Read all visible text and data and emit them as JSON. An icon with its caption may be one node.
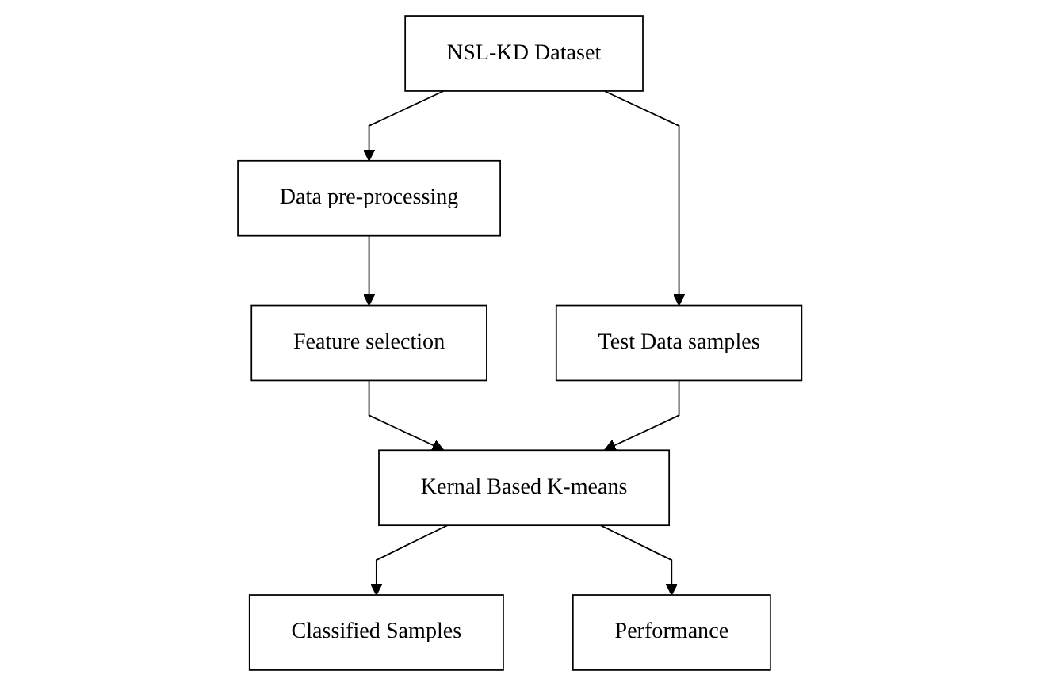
{
  "diagram": {
    "nodes": [
      {
        "text": [
          "NSL-KD Dataset"
        ]
      },
      {
        "text": [
          "Data pre-processing"
        ]
      },
      {
        "text": [
          "Feature selection"
        ]
      },
      {
        "text": [
          "Kernal Based K-means"
        ]
      },
      {
        "text": [
          "Test Data samples"
        ]
      },
      {
        "text": [
          "Classified Samples"
        ]
      },
      {
        "text": [
          "Performance"
        ]
      }
    ],
    "edges": [
      {
        "from": 0,
        "to": 1,
        "arrow": "to"
      },
      {
        "from": 1,
        "to": 2,
        "arrow": "to"
      },
      {
        "from": 2,
        "to": 3,
        "arrow": "to"
      },
      {
        "from": 0,
        "to": 4,
        "arrow": "to"
      },
      {
        "from": 4,
        "to": 3,
        "arrow": "to"
      },
      {
        "from": 3,
        "to": 5,
        "arrow": "to"
      },
      {
        "from": 3,
        "to": 6,
        "arrow": "to"
      }
    ]
  }
}
